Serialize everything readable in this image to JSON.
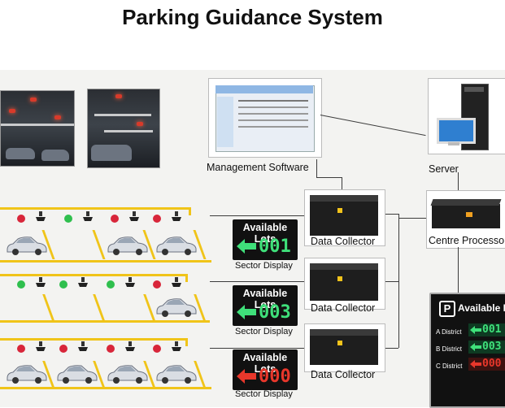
{
  "title": "Parking Guidance System",
  "labels": {
    "management_software": "Management Software",
    "server": "Server",
    "centre_processor": "Centre Processor",
    "data_collector_1": "Data Collector",
    "data_collector_2": "Data Collector",
    "data_collector_3": "Data Collector",
    "sector_display": "Sector Display"
  },
  "sector_displays": [
    {
      "header": "Available Lots",
      "value": "001",
      "color": "#3fe07a",
      "arrow": "left"
    },
    {
      "header": "Available Lots",
      "value": "003",
      "color": "#3fe07a",
      "arrow": "left"
    },
    {
      "header": "Available Lots",
      "value": "000",
      "color": "#e8372b",
      "arrow": "left"
    }
  ],
  "main_display": {
    "header": "Available Lots",
    "p_badge": "P",
    "districts": [
      {
        "name": "A District",
        "value": "001",
        "color": "#3fe07a"
      },
      {
        "name": "B District",
        "value": "003",
        "color": "#3fe07a"
      },
      {
        "name": "C District",
        "value": "000",
        "color": "#e8372b"
      }
    ]
  },
  "colors": {
    "lane_line": "#f0c419",
    "sensor_red": "#d8263a",
    "sensor_green": "#2fbf4e",
    "connector": "#3c3c3c"
  }
}
